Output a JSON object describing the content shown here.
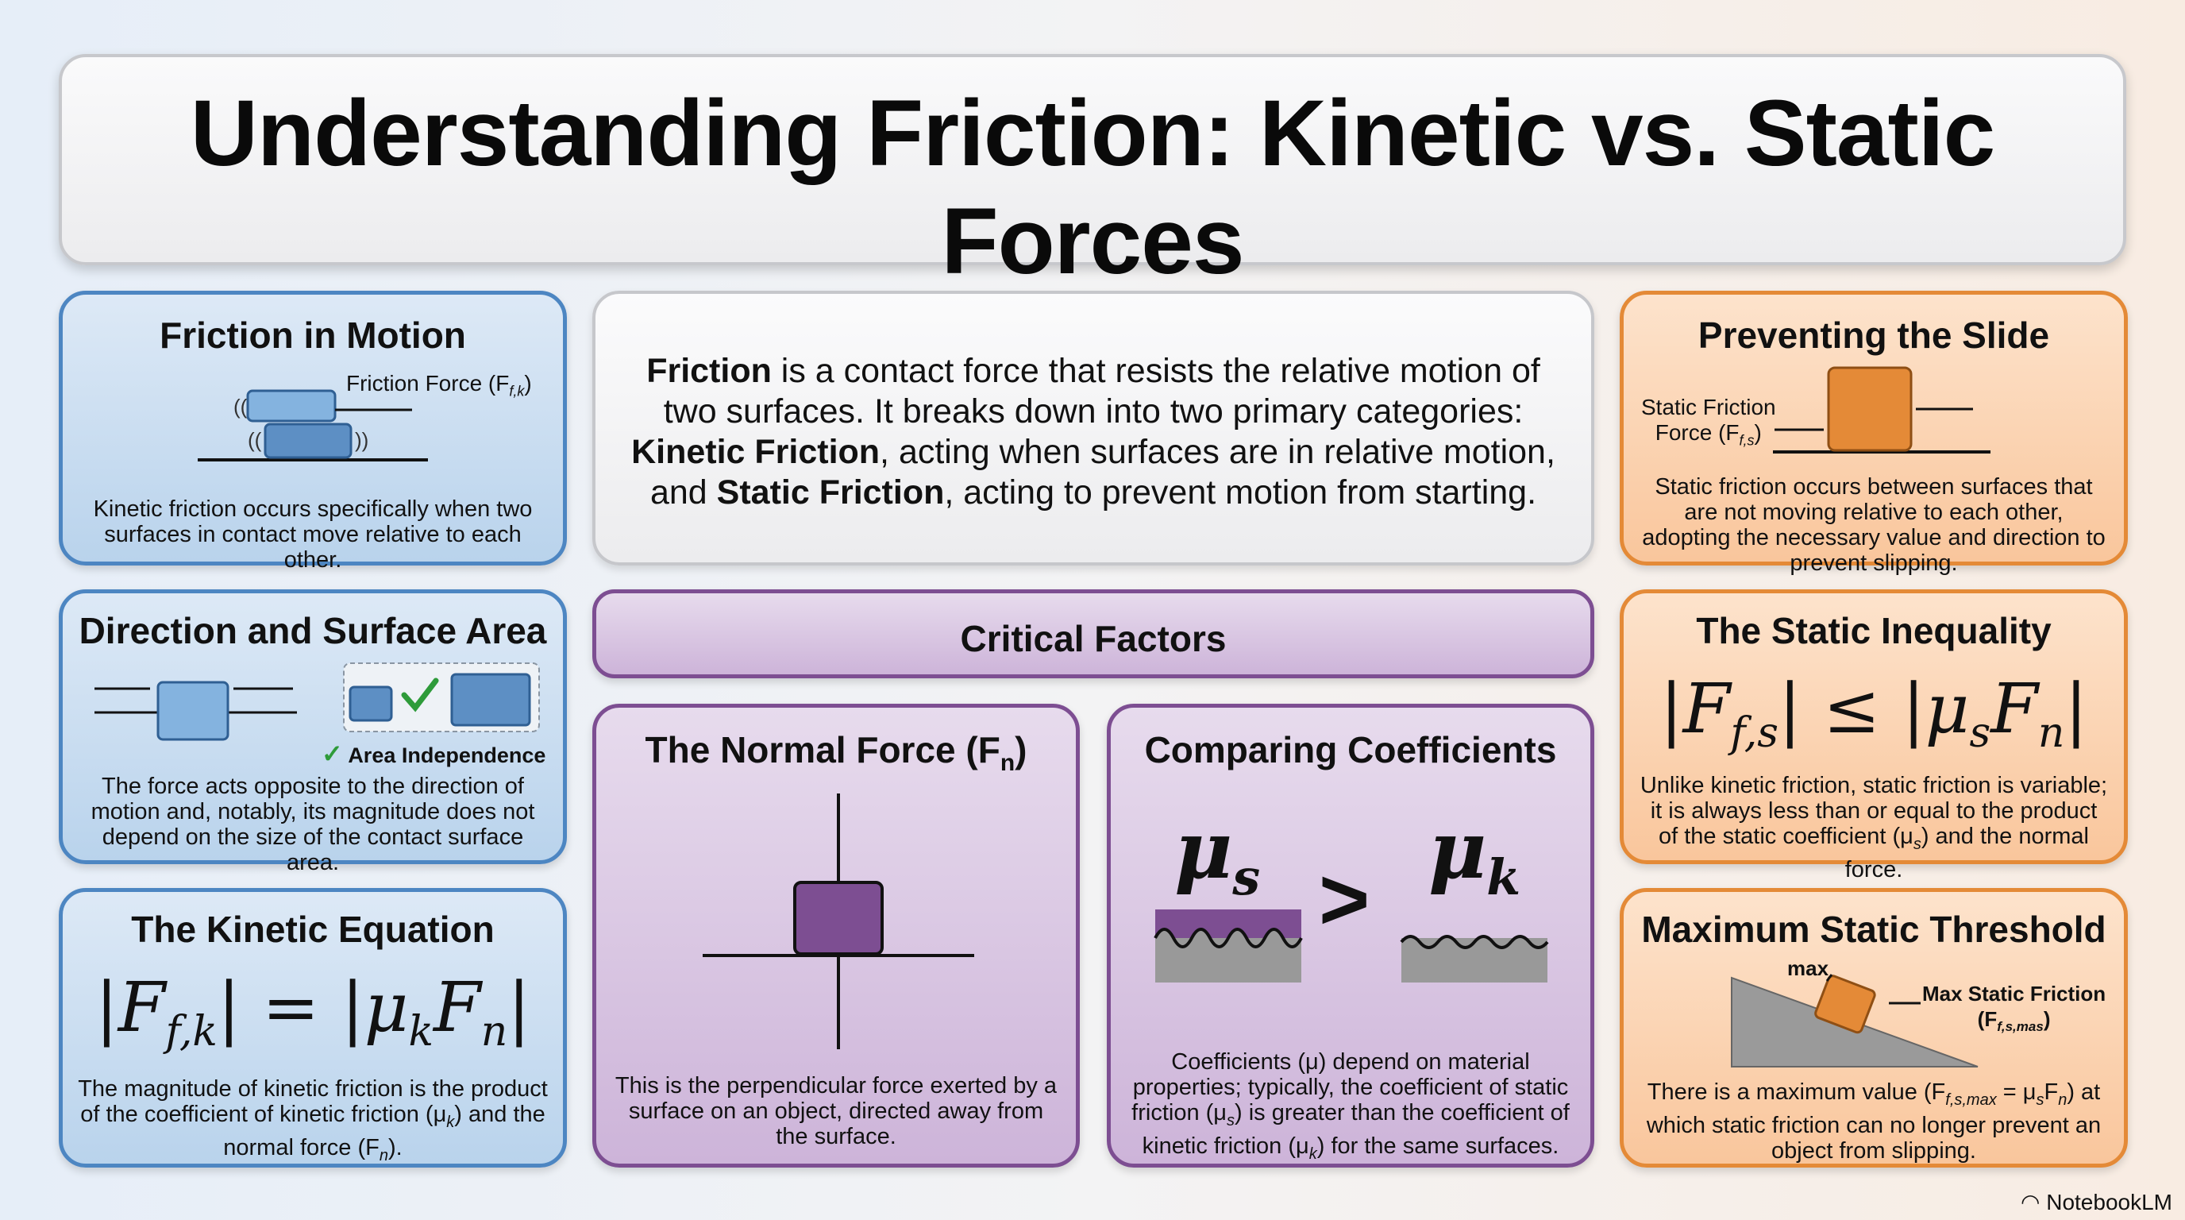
{
  "title": "Understanding Friction: Kinetic vs. Static Forces",
  "intro": {
    "friction": "Friction",
    "p1": " is a contact force that resists the relative motion of two surfaces. It breaks down into two primary categories: ",
    "kinetic": "Kinetic Friction",
    "p2": ", acting when surfaces are in relative motion, and ",
    "static": "Static Friction",
    "p3": ", acting to prevent motion from starting."
  },
  "friction_in_motion": {
    "title": "Friction in Motion",
    "label": "Friction Force (F",
    "label_sub": "f,k",
    "label_close": ")",
    "desc": "Kinetic friction occurs specifically when two surfaces in contact move relative to each other."
  },
  "direction_area": {
    "title": "Direction and Surface Area",
    "badge": "Area Independence",
    "desc": "The force acts opposite to the direction of motion and, notably, its magnitude does not depend on the size of the contact surface area."
  },
  "kinetic_equation": {
    "title": "The Kinetic Equation",
    "equation": "|F",
    "desc_a": "The magnitude of kinetic friction is the product of the coefficient of kinetic friction (μ",
    "desc_sub1": "k",
    "desc_b": ") and the normal force (F",
    "desc_sub2": "n",
    "desc_c": ")."
  },
  "critical_factors": {
    "title": "Critical Factors"
  },
  "normal_force": {
    "title_a": "The Normal Force (F",
    "title_sub": "n",
    "title_b": ")",
    "desc": "This is the perpendicular force exerted by a surface on an object, directed away from the surface."
  },
  "comparing": {
    "title": "Comparing Coefficients",
    "mu_s": "μ",
    "mu_s_sub": "s",
    "gt": ">",
    "mu_k": "μ",
    "mu_k_sub": "k",
    "desc_a": "Coefficients (μ) depend on material properties; typically, the coefficient of static friction (μ",
    "desc_sub1": "s",
    "desc_b": ") is greater than the coefficient of kinetic friction (μ",
    "desc_sub2": "k",
    "desc_c": ") for the same surfaces."
  },
  "preventing_slide": {
    "title": "Preventing the Slide",
    "label1": "Static Friction",
    "label2": "Force (F",
    "label_sub": "f,s",
    "label_close": ")",
    "desc": "Static friction occurs between surfaces that are not moving relative to each other, adopting the necessary value and direction to prevent slipping."
  },
  "static_inequality": {
    "title": "The Static Inequality",
    "desc_a": "Unlike kinetic friction, static friction is variable; it is always less than or equal to the product of the static coefficient (μ",
    "desc_sub": "s",
    "desc_b": ") and the normal force."
  },
  "max_threshold": {
    "title": "Maximum Static Threshold",
    "max_label": "max",
    "label1": "Max Static Friction",
    "label2_a": "(F",
    "label2_sub": "f,s,mas",
    "label2_b": ")",
    "desc_a": "There is a maximum value (F",
    "desc_sub1": "f,s,max",
    "desc_b": " = μ",
    "desc_sub2": "s",
    "desc_c": "F",
    "desc_sub3": "n",
    "desc_d": ") at which static friction can no longer prevent an object from slipping."
  },
  "footer": "NotebookLM",
  "colors": {
    "blue": "#4d86c2",
    "orange": "#e48a37",
    "purple": "#7d4e92",
    "check": "#2e9b3a"
  }
}
